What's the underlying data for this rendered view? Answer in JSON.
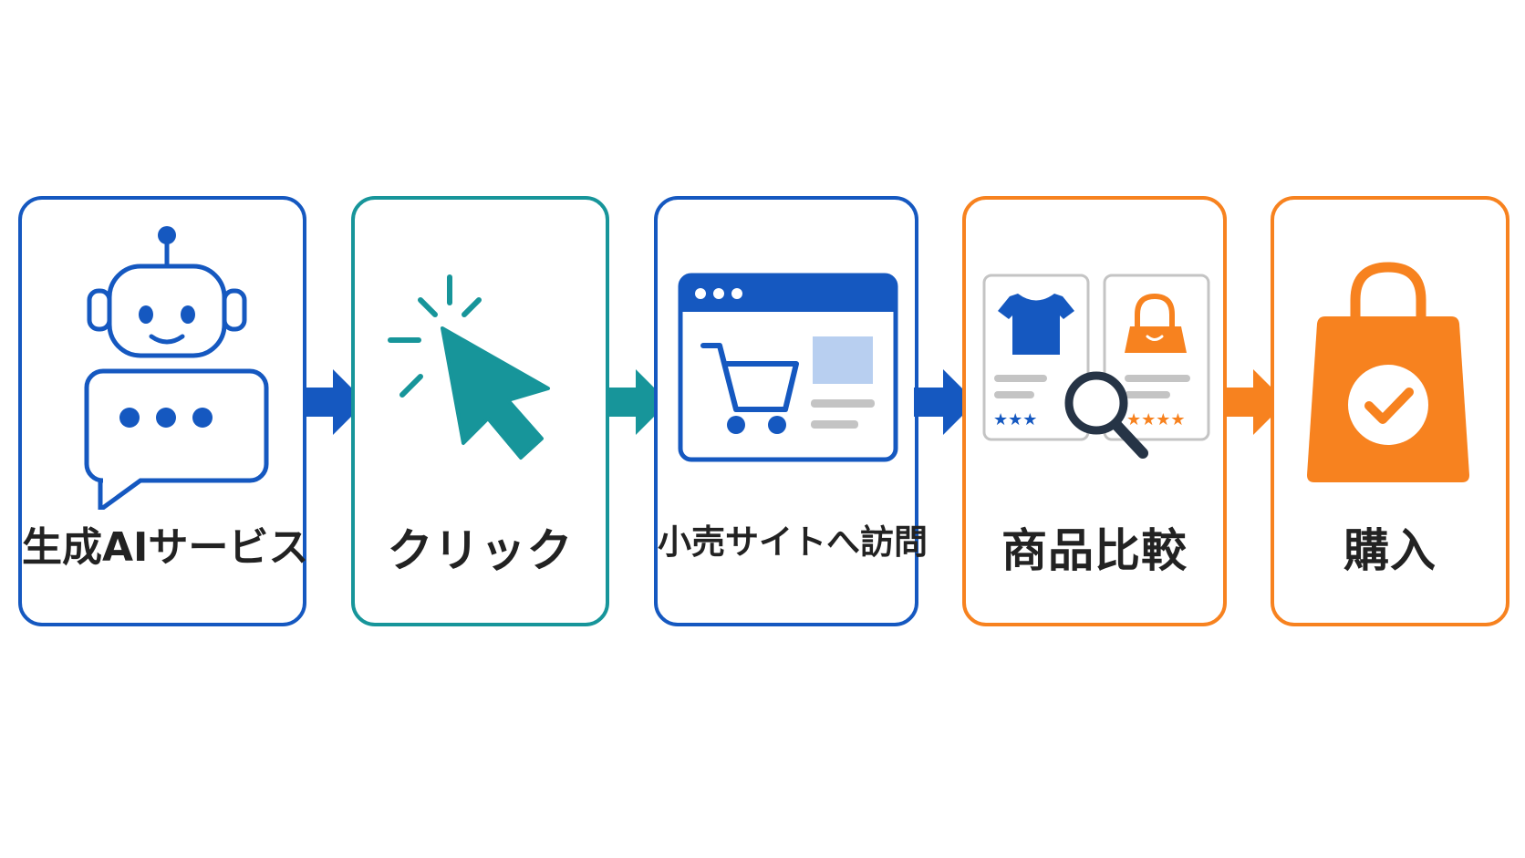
{
  "colors": {
    "blue": "#1558c0",
    "teal": "#17959a",
    "orange": "#f7821f",
    "text": "#222222",
    "light_blue": "#b8cff0",
    "gray": "#c4c4c4"
  },
  "steps": [
    {
      "label": "生成AIサービス",
      "icon": "robot-chat-icon"
    },
    {
      "label": "クリック",
      "icon": "cursor-click-icon"
    },
    {
      "label": "小売サイトへ訪問",
      "icon": "browser-cart-icon"
    },
    {
      "label": "商品比較",
      "icon": "product-compare-icon"
    },
    {
      "label": "購入",
      "icon": "shopping-bag-check-icon"
    }
  ]
}
